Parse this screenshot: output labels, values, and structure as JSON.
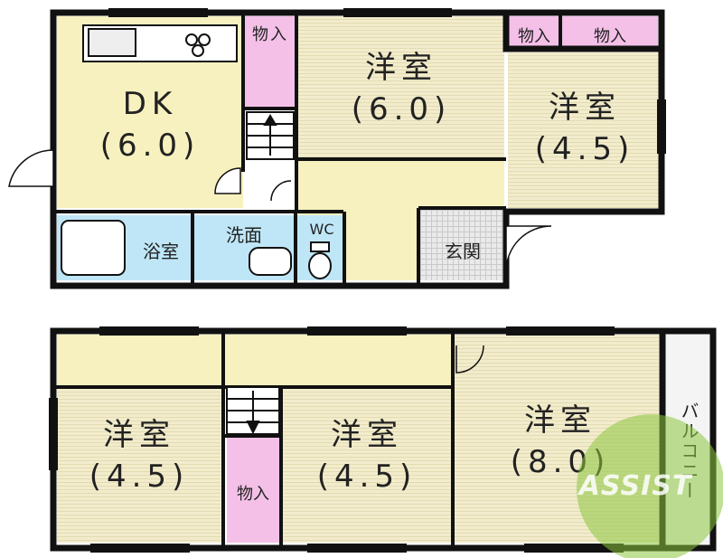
{
  "floor1": {
    "dk": "DK\n(6.0)",
    "youshitsu_a": "洋室\n(6.0)",
    "youshitsu_b": "洋室\n(4.5)",
    "monoire_a": "物入",
    "monoire_b": "物入",
    "monoire_c": "物入",
    "bath": "浴室",
    "washroom": "洗面",
    "wc": "WC",
    "entrance": "玄関"
  },
  "floor2": {
    "youshitsu_c": "洋室\n(4.5)",
    "youshitsu_d": "洋室\n(4.5)",
    "youshitsu_e": "洋室\n(8.0)",
    "monoire_d": "物入",
    "balcony": "バルコニー"
  },
  "watermark": "ASSIST",
  "colors": {
    "room_lined": "#f2eccd",
    "dk_floor": "#f7f1bf",
    "wet_area": "#bfe6f7",
    "storage": "#f4c0e7",
    "wall": "#111111",
    "watermark_green": "#8cc63f"
  }
}
